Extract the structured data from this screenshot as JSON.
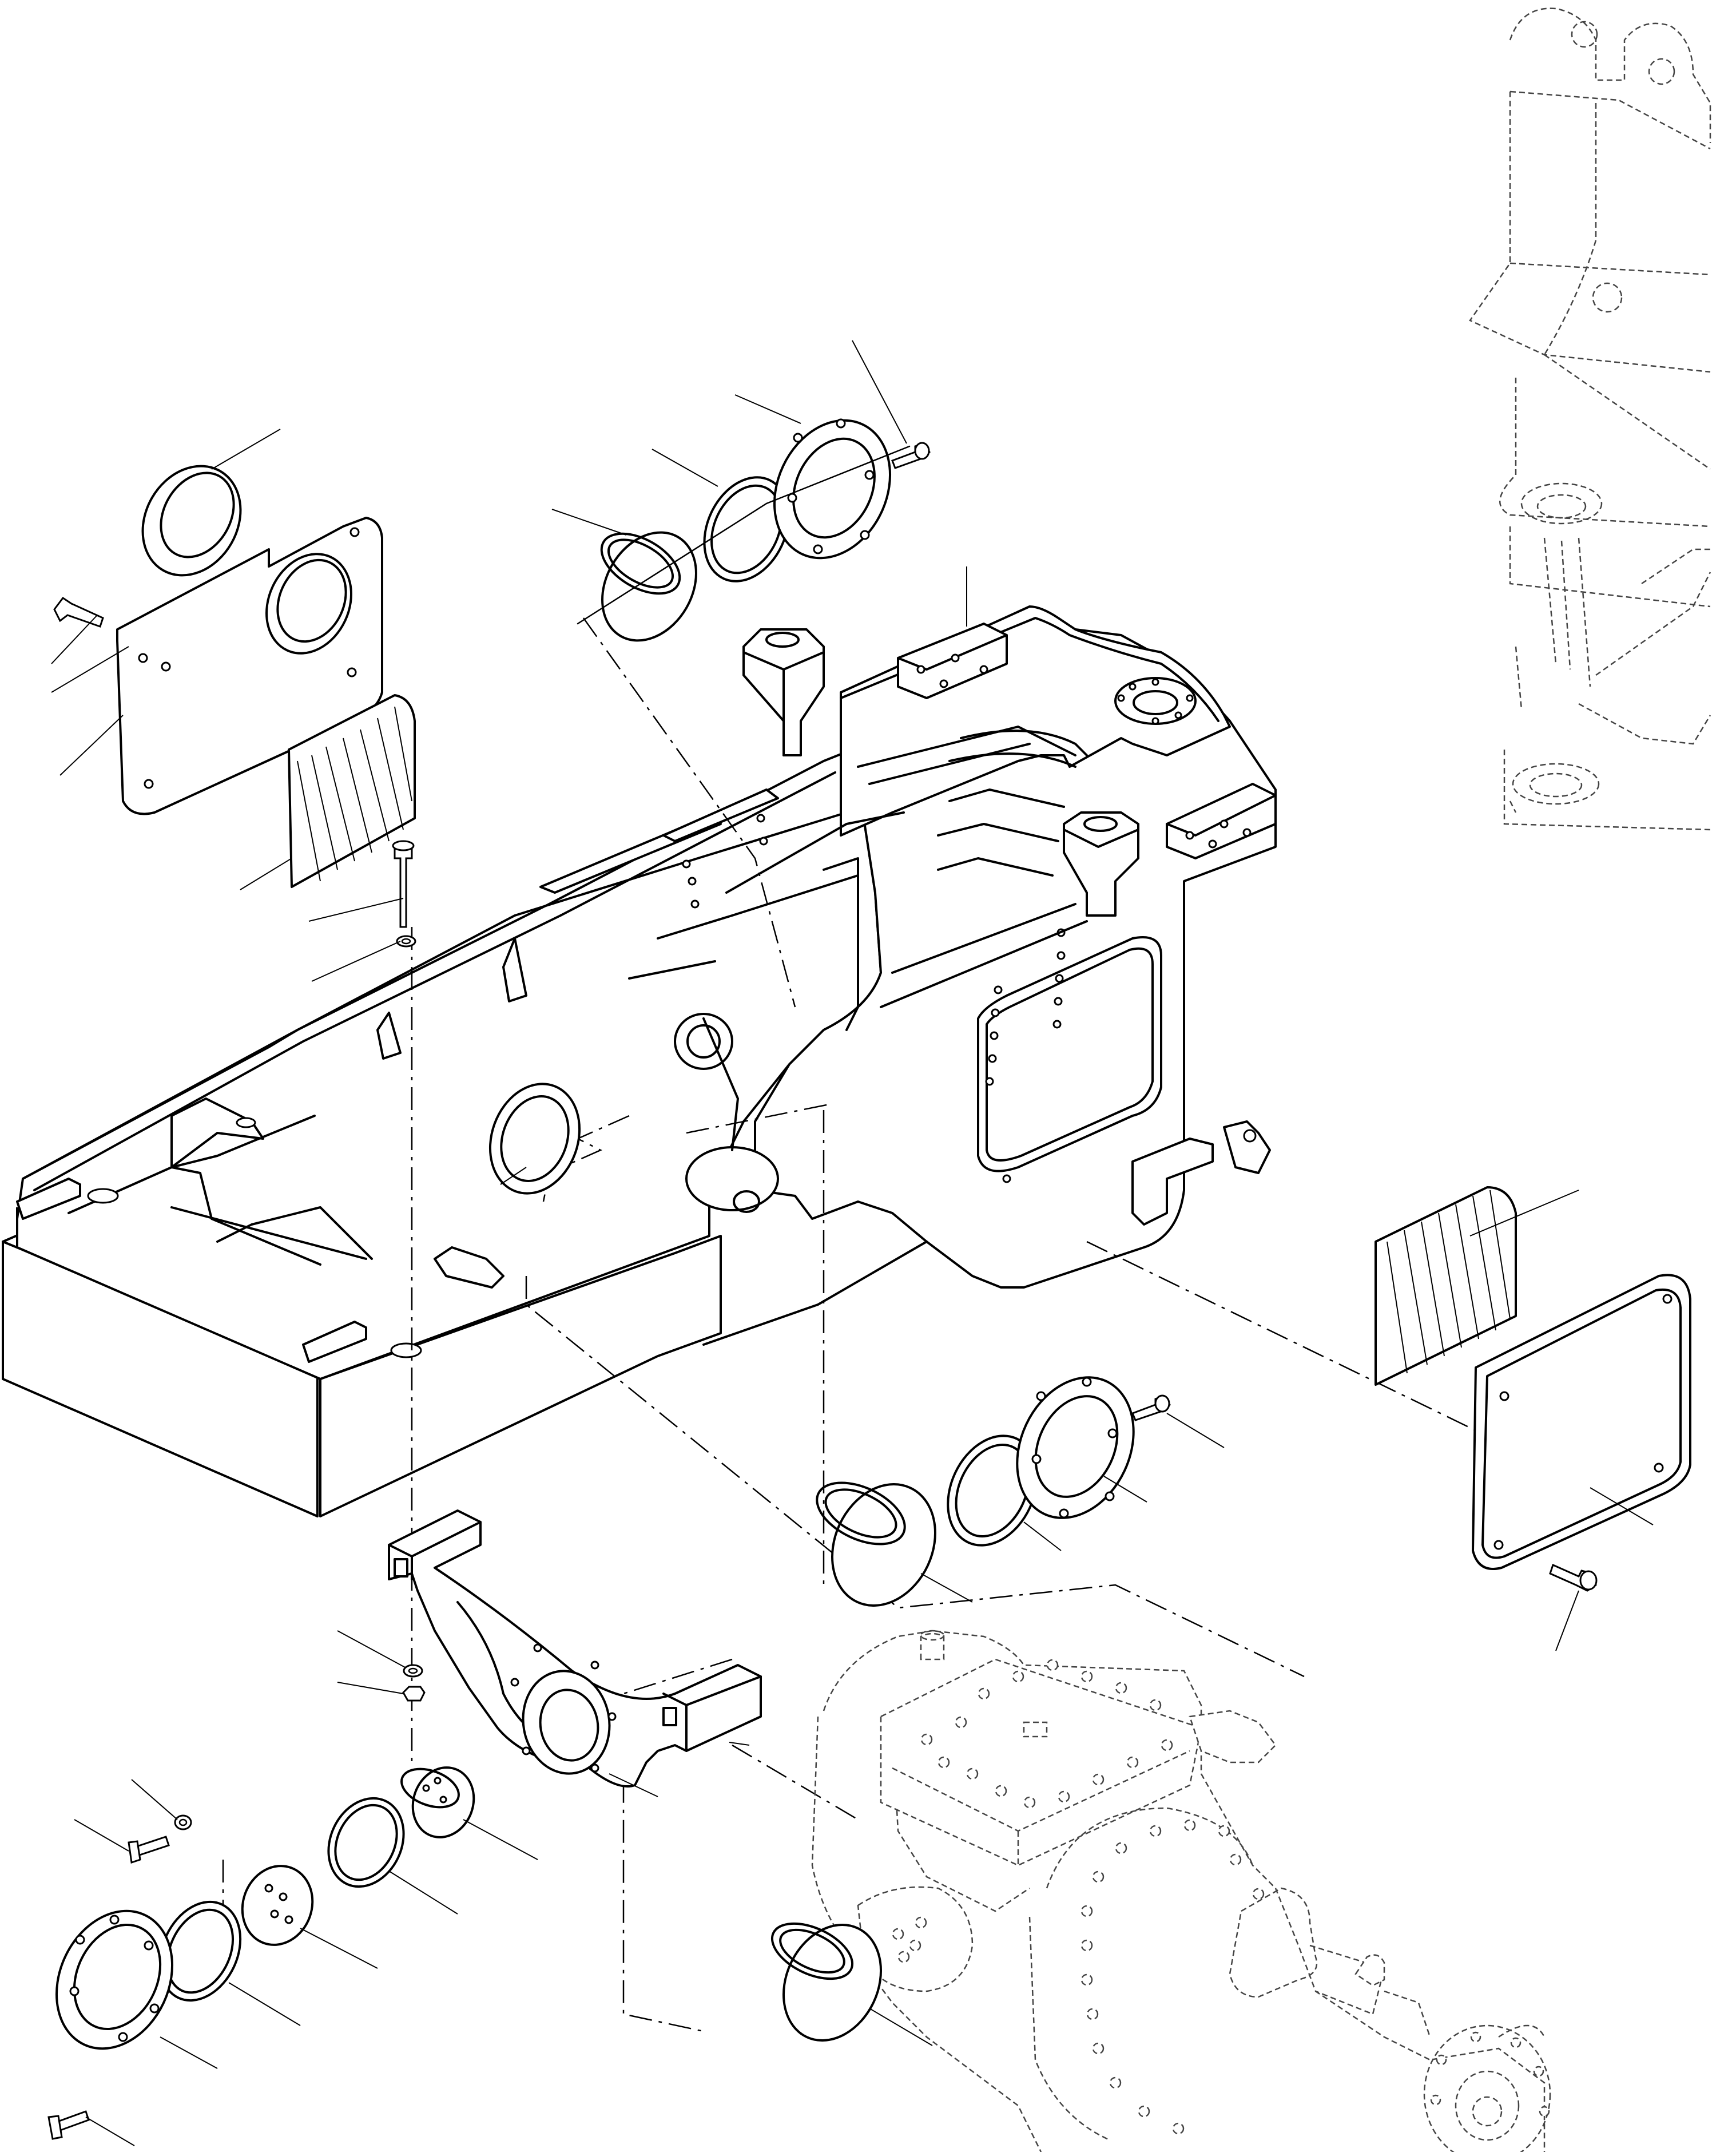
{
  "diagram": {
    "kind": "exploded-parts-drawing",
    "line_color": "#000000",
    "background_color": "#ffffff",
    "parts": [
      {
        "name": "main-frame",
        "icon": "frame-assembly-icon"
      },
      {
        "name": "pivot-bracket",
        "icon": "bracket-icon"
      },
      {
        "name": "rear-axle-housing",
        "icon": "axle-icon",
        "style": "phantom"
      },
      {
        "name": "loader-arm",
        "icon": "arm-icon",
        "style": "phantom"
      },
      {
        "name": "cover-plate-left",
        "icon": "plate-icon"
      },
      {
        "name": "cover-plate-right",
        "icon": "plate-icon"
      },
      {
        "name": "shim-pad-left",
        "icon": "shim-icon"
      },
      {
        "name": "shim-pad-right",
        "icon": "shim-icon"
      },
      {
        "name": "bushing",
        "icon": "bushing-icon"
      },
      {
        "name": "seal-ring",
        "icon": "seal-icon"
      },
      {
        "name": "retainer-flange",
        "icon": "flange-icon"
      },
      {
        "name": "end-cap",
        "icon": "cap-icon"
      },
      {
        "name": "bolt",
        "icon": "bolt-icon"
      },
      {
        "name": "washer",
        "icon": "washer-icon"
      },
      {
        "name": "nut",
        "icon": "nut-icon"
      }
    ]
  }
}
